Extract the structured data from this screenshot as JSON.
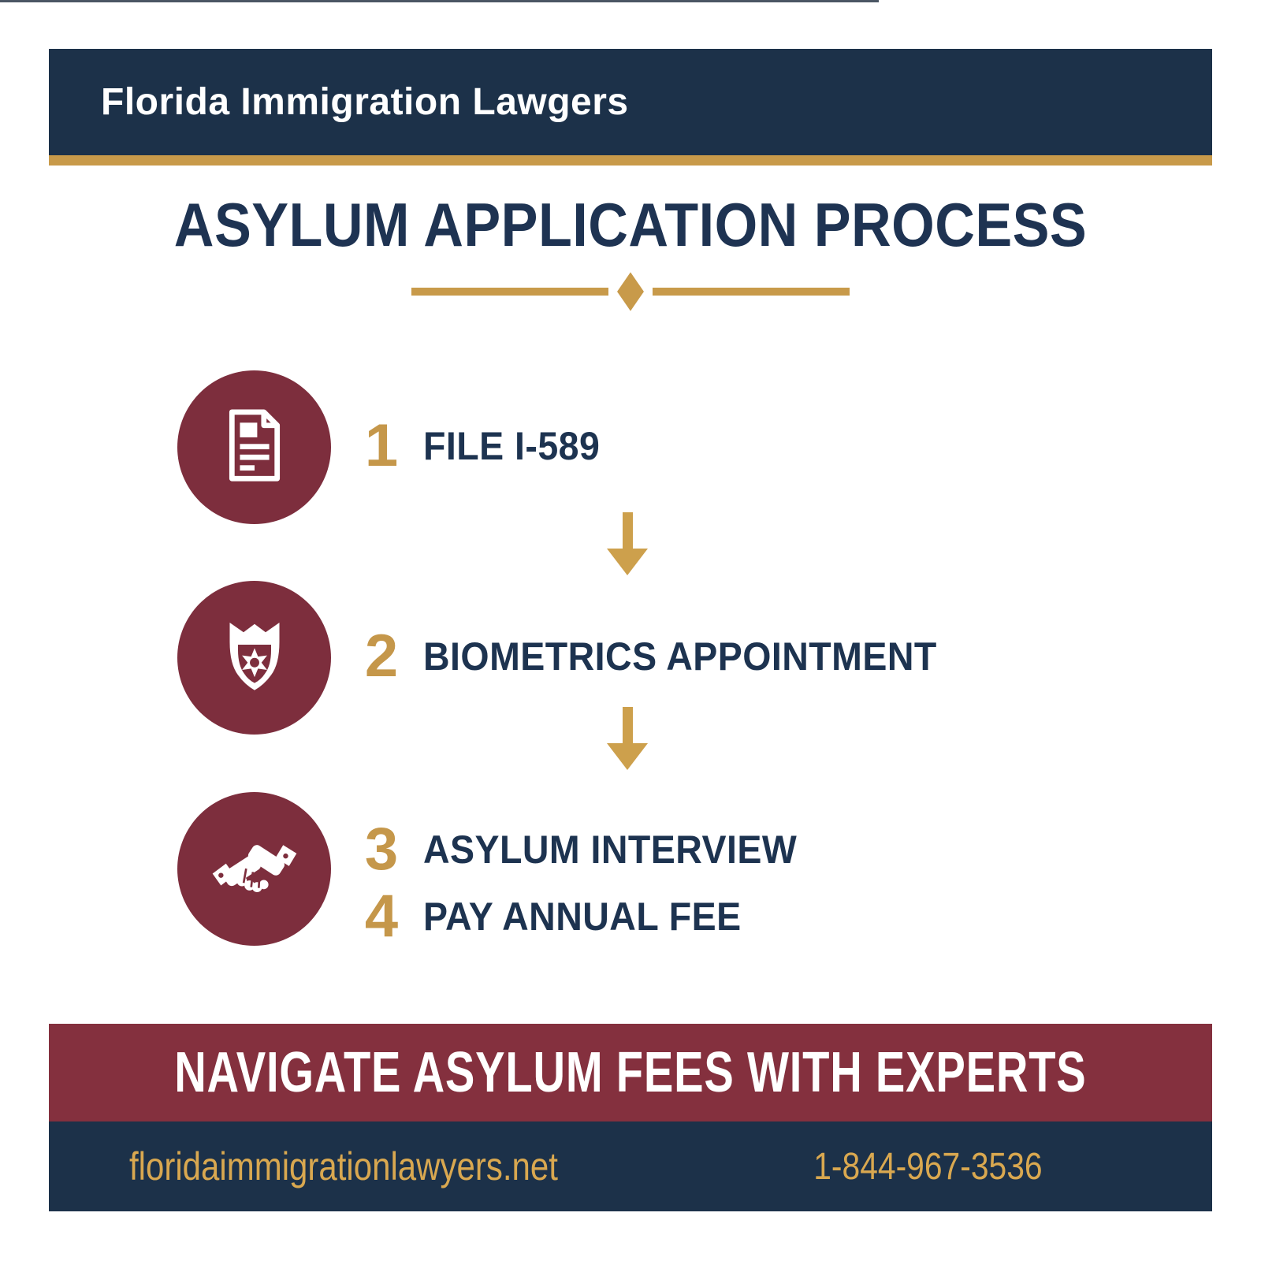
{
  "header": {
    "brand": "Florida Immigration Lawgers"
  },
  "title": "ASYLUM APPLICATION PROCESS",
  "steps": [
    {
      "number": "1",
      "label": "FILE I-589",
      "icon": "document-icon"
    },
    {
      "number": "2",
      "label": "BIOMETRICS APPOINTMENT",
      "icon": "badge-icon"
    },
    {
      "number": "3",
      "label": "ASYLUM INTERVIEW",
      "icon": "handshake-icon"
    },
    {
      "number": "4",
      "label": "PAY ANNUAL FEE",
      "icon": "handshake-icon"
    }
  ],
  "connectors": {
    "icon": "down-arrow-icon",
    "count": 2
  },
  "banner": {
    "text": "NAVIGATE ASYLUM FEES WITH EXPERTS"
  },
  "footer": {
    "website": "floridaimmigrationlawyers.net",
    "phone": "1-844-967-3536"
  },
  "colors": {
    "navy": "#1c3149",
    "circle_maroon": "#7d2e3d",
    "banner_maroon": "#84303e",
    "gold": "#c89a4a",
    "text_navy": "#1e3352",
    "footer_gold": "#d9a850",
    "white": "#ffffff"
  }
}
